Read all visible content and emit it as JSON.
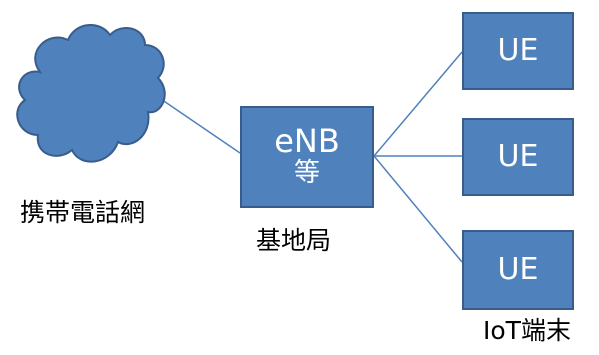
{
  "network": {
    "label": "携帯電話網",
    "icon": "cloud-icon"
  },
  "base_station": {
    "line1": "eNB",
    "line2": "等",
    "label": "基地局"
  },
  "terminals": {
    "items": [
      "UE",
      "UE",
      "UE"
    ],
    "group_label": "IoT端末"
  },
  "colors": {
    "box_fill": "#4f81bd",
    "box_border": "#385d8a",
    "line": "#4f81bd",
    "cloud_fill": "#4f81bd",
    "text": "#000000"
  }
}
